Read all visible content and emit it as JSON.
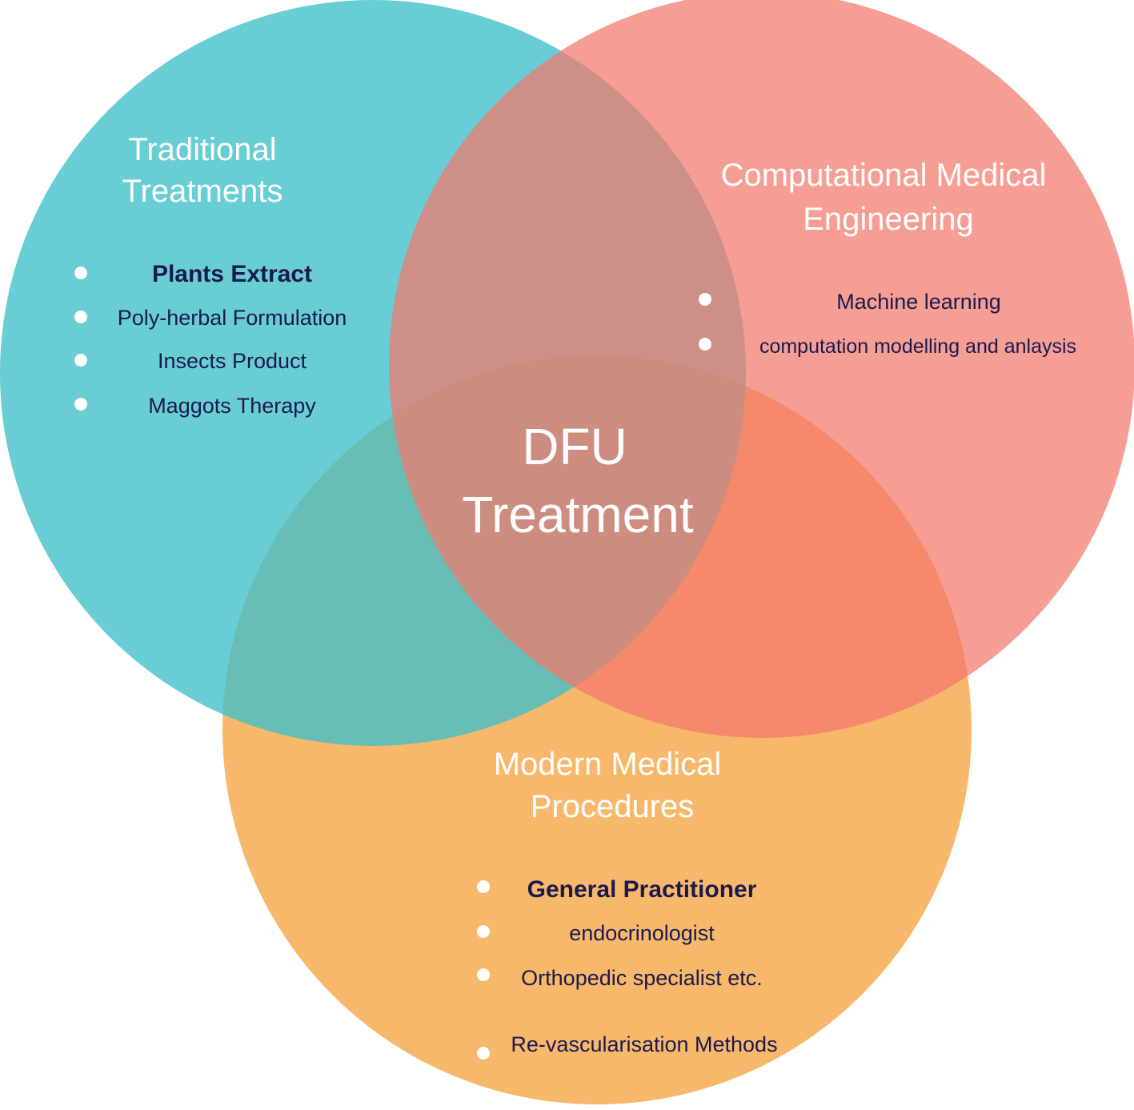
{
  "center": {
    "line1": "DFU",
    "line2": "Treatment"
  },
  "circles": {
    "traditional": {
      "color": "#3fbfc9",
      "heading": [
        "Traditional",
        "Treatments"
      ],
      "items": [
        "Plants Extract",
        "Poly-herbal Formulation",
        "Insects Product",
        "Maggots Therapy"
      ]
    },
    "computational": {
      "color": "#f2796b",
      "heading": [
        "Computational Medical",
        "Engineering"
      ],
      "items": [
        "Machine learning",
        "computation modelling and anlaysis"
      ]
    },
    "modern": {
      "color": "#f6a03a",
      "heading": [
        "Modern Medical",
        "Procedures"
      ],
      "items": [
        "General Practitioner",
        "endocrinologist",
        "Orthopedic specialist etc.",
        "Re-vascularisation Methods"
      ]
    }
  }
}
